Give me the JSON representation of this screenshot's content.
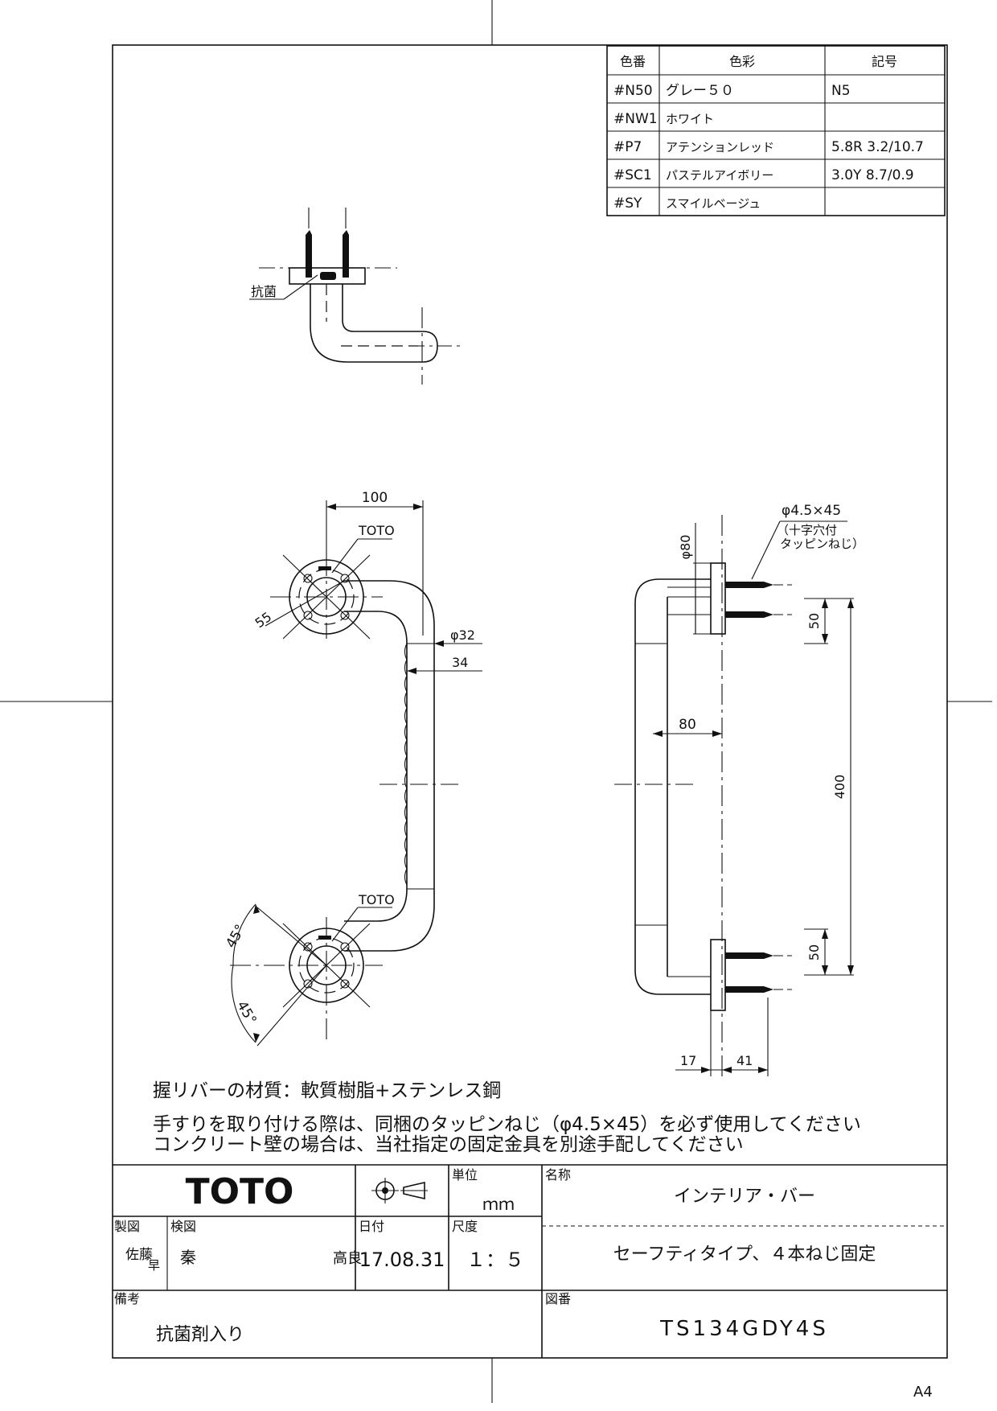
{
  "color_table": {
    "headers": [
      "色番",
      "色彩",
      "記号"
    ],
    "rows": [
      [
        "#N50",
        "グレー５０",
        "N5"
      ],
      [
        "#NW1",
        "ホワイト",
        ""
      ],
      [
        "#P7",
        "アテンションレッド",
        "5.8R 3.2/10.7"
      ],
      [
        "#SC1",
        "パステルアイボリー",
        "3.0Y 8.7/0.9"
      ],
      [
        "#SY",
        "スマイルベージュ",
        ""
      ]
    ]
  },
  "drawing_labels": {
    "antibacterial": "抗菌",
    "toto_mark_top": "TOTO",
    "toto_mark_bottom": "TOTO",
    "dim_100": "100",
    "dim_55": "55",
    "dim_phi32": "φ32",
    "dim_34": "34",
    "angle_45_top": "45°",
    "angle_45_bottom": "45°",
    "screw_spec": "φ4.5×45",
    "screw_note_1": "（十字穴付",
    "screw_note_2": "タッピンねじ）",
    "dim_phi80": "φ80",
    "dim_80": "80",
    "dim_50_top": "50",
    "dim_400": "400",
    "dim_50_bottom": "50",
    "dim_17": "17",
    "dim_41": "41"
  },
  "notes": {
    "material": "握リバーの材質：軟質樹脂+ステンレス鋼",
    "install_1": "手すりを取り付ける際は、同梱のタッピンねじ（φ4.5×45）を必ず使用してください",
    "install_2": "コンクリート壁の場合は、当社指定の固定金具を別途手配してください"
  },
  "title_block": {
    "brand": "TOTO",
    "unit_label": "単位",
    "unit_value": "ｍｍ",
    "name_label": "名称",
    "product_name": "インテリア・バー",
    "product_sub": "セーフティタイプ、４本ねじ固定",
    "drawn_label": "製図",
    "drawn_by_1": "佐藤",
    "drawn_by_2": "早",
    "checked_label": "検図",
    "checked_by": "秦",
    "approved_by": "高良",
    "date_label": "日付",
    "date_value": "17.08.31",
    "scale_label": "尺度",
    "scale_value": "１：５",
    "remarks_label": "備考",
    "remarks_value": "抗菌剤入り",
    "drawing_no_label": "図番",
    "drawing_no_value": "TS134GDY4S"
  },
  "paper_size": "A4"
}
